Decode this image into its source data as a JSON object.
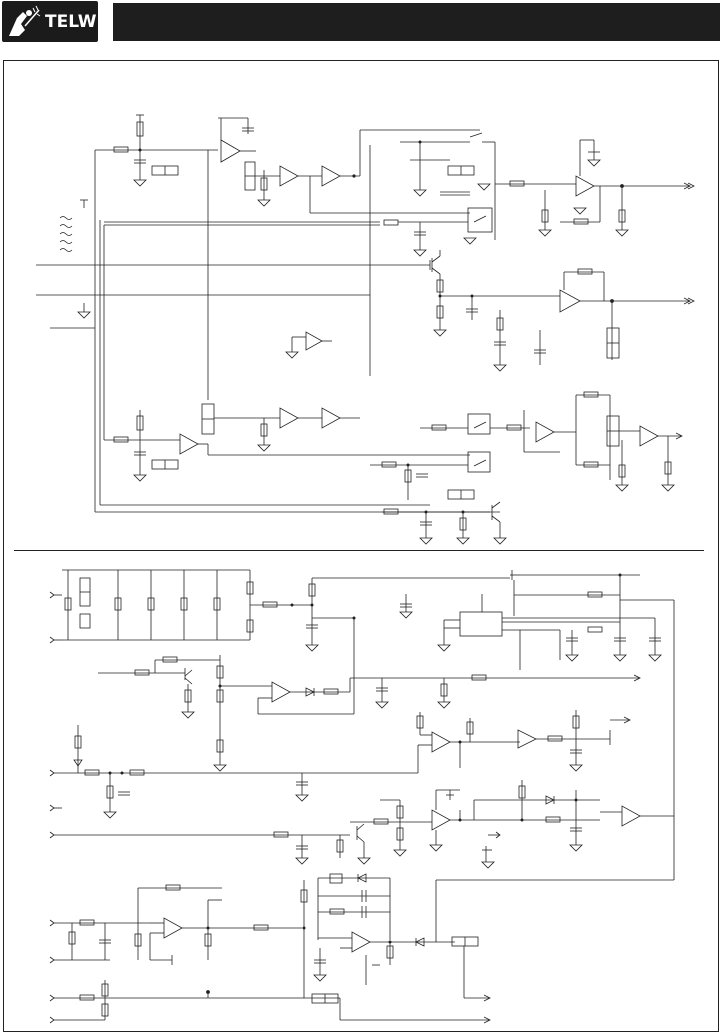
{
  "header": {
    "brand_name": "TELWIN",
    "title_text": ""
  },
  "diagram": {
    "sections": [
      "upper-control-schematic",
      "lower-control-schematic"
    ],
    "colors": {
      "ink": "#222222",
      "background": "#ffffff",
      "header": "#1e1e1e"
    }
  }
}
